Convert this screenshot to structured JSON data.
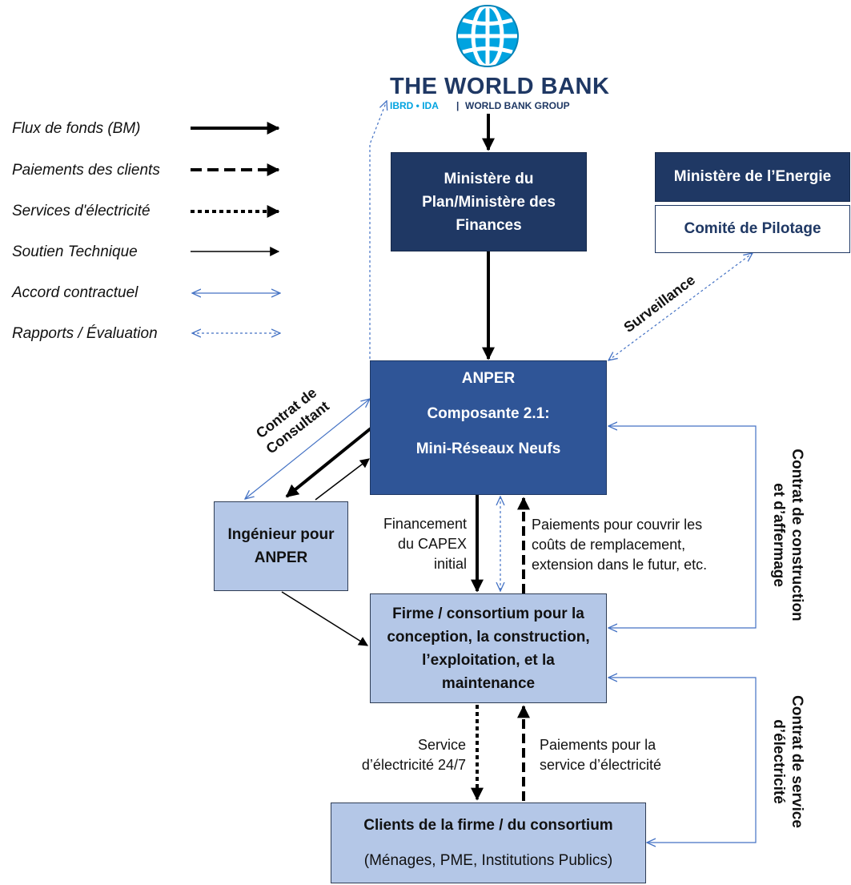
{
  "logo": {
    "name": "THE WORLD BANK",
    "sub_left": "IBRD • IDA",
    "sub_sep": "|",
    "sub_right": "WORLD BANK GROUP"
  },
  "legend": {
    "items": [
      {
        "label": "Flux de fonds (BM)",
        "style": "thick-solid"
      },
      {
        "label": "Paiements des clients",
        "style": "thick-dashed"
      },
      {
        "label": "Services d'électricité",
        "style": "thick-dotted"
      },
      {
        "label": "Soutien Technique",
        "style": "thin-solid"
      },
      {
        "label": "Accord contractuel",
        "style": "thin-double-blue"
      },
      {
        "label": "Rapports / Évaluation",
        "style": "thin-dotted-double-blue"
      }
    ]
  },
  "boxes": {
    "ministere_plan": "Ministère du Plan/Ministère des Finances",
    "ministere_energie": "Ministère de l’Energie",
    "comite": "Comité de Pilotage",
    "anper_title": "ANPER",
    "anper_component": "Composante 2.1:",
    "anper_subtitle": "Mini-Réseaux Neufs",
    "ingenieur": "Ingénieur pour ANPER",
    "firme": "Firme / consortium pour la conception, la construction, l’exploitation, et la maintenance",
    "clients_title": "Clients de la firme / du consortium",
    "clients_sub": "(Ménages, PME, Institutions Publics)"
  },
  "labels": {
    "surveillance": "Surveillance",
    "contrat_consultant_1": "Contrat de",
    "contrat_consultant_2": "Consultant",
    "financement_1": "Financement",
    "financement_2": "du CAPEX",
    "financement_3": "initial",
    "paiements_remplacement_1": "Paiements pour couvrir les",
    "paiements_remplacement_2": "coûts de remplacement,",
    "paiements_remplacement_3": "extension dans le futur, etc.",
    "service_1": "Service",
    "service_2": "d’électricité 24/7",
    "paiements_service_1": "Paiements pour la",
    "paiements_service_2": "service d’électricité",
    "contrat_construction_1": "Contrat de construction",
    "contrat_construction_2": "et d’affermage",
    "contrat_service_1": "Contrat de service",
    "contrat_service_2": "d’électricité"
  },
  "colors": {
    "navy": "#1f3864",
    "blue": "#2f5597",
    "light_blue": "#b4c7e7",
    "logo_cyan": "#00a3e0",
    "connector_blue": "#4472c4"
  }
}
